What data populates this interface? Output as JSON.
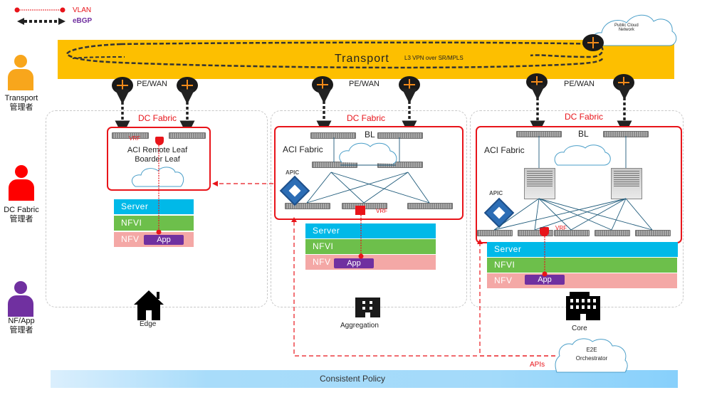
{
  "legend": {
    "vlan_label": "VLAN",
    "ebgp_label": "eBGP",
    "vlan_color": "#e8141a",
    "ebgp_color": "#7030a0"
  },
  "transport": {
    "title": "Transport",
    "subtitle": "L3 VPN over SR/MPLS",
    "color": "#fdbf00"
  },
  "public_cloud": {
    "label_line1": "Public Cloud",
    "label_line2": "Network"
  },
  "roles": [
    {
      "name": "Transport",
      "jp": "管理者",
      "color": "#f8a61c"
    },
    {
      "name": "DC Fabric",
      "jp": "管理者",
      "color": "#fe0000"
    },
    {
      "name": "NF/App",
      "jp": "管理者",
      "color": "#7030a0"
    }
  ],
  "pe_wan_label": "PE/WAN",
  "sites": [
    {
      "name": "Edge",
      "fabric_title": "DC Fabric",
      "fabric_text_line1": "ACI Remote Leaf",
      "fabric_text_line2": "Boarder Leaf",
      "vrf_label": "VRF",
      "layers": {
        "server": "Server",
        "nfvi": "NFVI",
        "nfv": "NFV",
        "app": "App"
      }
    },
    {
      "name": "Aggregation",
      "fabric_title": "DC Fabric",
      "fabric_text": "ACI Fabric",
      "bl_label": "BL",
      "apic_label": "APIC",
      "vrf_label": "VRF",
      "layers": {
        "server": "Server",
        "nfvi": "NFVI",
        "nfv": "NFV",
        "app": "App"
      }
    },
    {
      "name": "Core",
      "fabric_title": "DC Fabric",
      "fabric_text": "ACI Fabric",
      "bl_label": "BL",
      "apic_label": "APIC",
      "vrf_label": "VRF",
      "layers": {
        "server": "Server",
        "nfvi": "NFVI",
        "nfv": "NFV",
        "app": "App"
      }
    }
  ],
  "orchestrator": {
    "line1": "E2E",
    "line2": "Orchestrator",
    "apis_label": "APIs"
  },
  "policy_bar": {
    "label": "Consistent Policy"
  }
}
